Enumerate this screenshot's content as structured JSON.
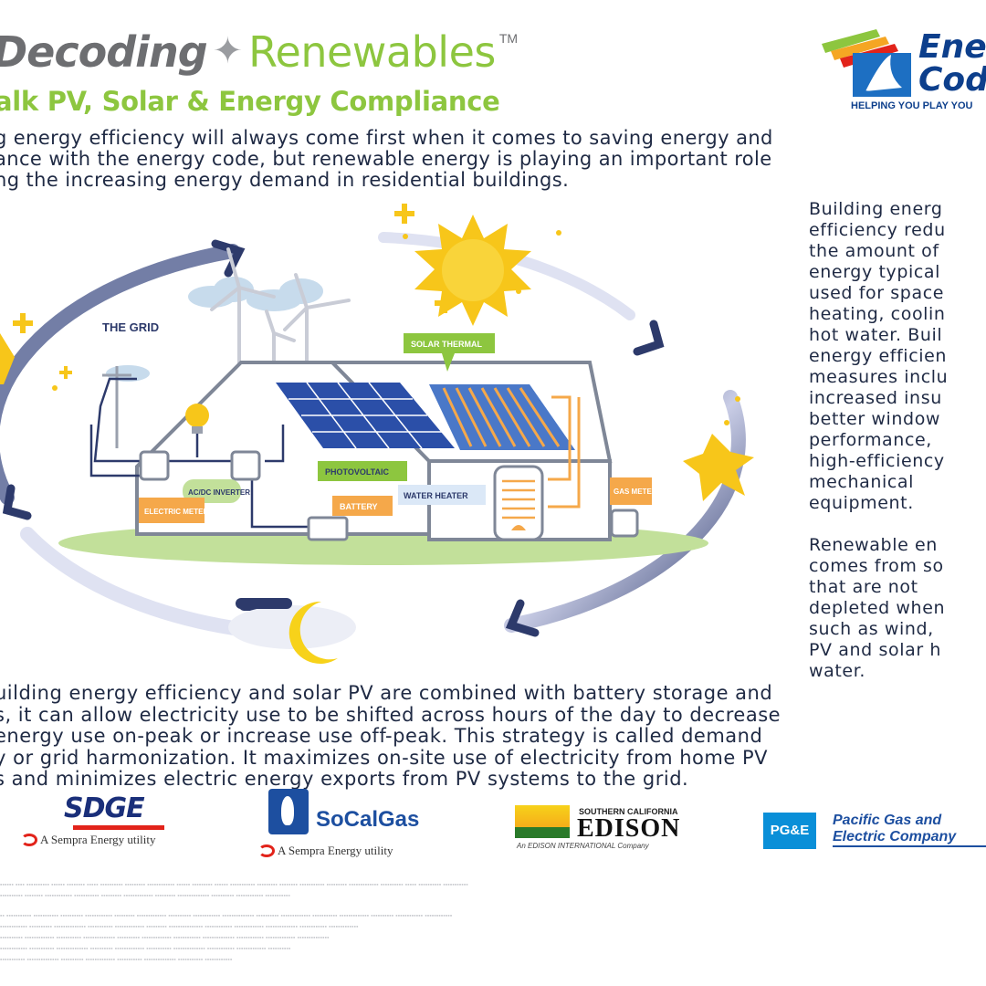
{
  "header": {
    "title_left": "Decoding",
    "title_right": "Renewables",
    "trademark": "TM",
    "subtitle": "alk PV, Solar & Energy Compliance"
  },
  "brand": {
    "name_line1": "Ener",
    "name_line2": "Code",
    "tagline": "HELPING YOU PLAY YOU"
  },
  "intro": "g energy efficiency will always come first when it comes to saving energy and\nance with the energy code, but renewable energy is playing an important role\nng the increasing energy demand in residential buildings.",
  "sidebar": {
    "para1": "Building energ\nefficiency redu\nthe amount of\nenergy typical\nused for space\nheating, coolin\nhot water. Buil\nenergy efficien\nmeasures inclu\nincreased insu\nbetter window\nperformance,\nhigh-efficiency\nmechanical\nequipment.",
    "para2": "Renewable en\ncomes from so\nthat are not\ndepleted when\nsuch as wind,\nPV and solar h\nwater."
  },
  "diagram": {
    "labels": {
      "grid": "THE GRID",
      "solar_thermal": "SOLAR THERMAL",
      "photovoltaic": "PHOTOVOLTAIC",
      "inverter": "AC/DC INVERTER",
      "electric_meter": "ELECTRIC METER",
      "battery": "BATTERY",
      "water_heater": "WATER HEATER",
      "gas_meter": "GAS METER"
    }
  },
  "body": "uilding energy efficiency and solar PV are combined with battery storage and\ns, it can allow electricity use to be shifted across hours of the day to decrease\nenergy use on-peak or increase use off-peak. This strategy is called demand\ny or grid harmonization. It maximizes on-site use of electricity from home PV\ns and minimizes electric energy exports from PV systems to the grid.",
  "sponsors": {
    "sdge": "SDGE",
    "sempra_1": "A   Sempra Energy utility",
    "socal": "SoCalGas",
    "sempra_2": "A   Sempra Energy utility",
    "edison_top": "SOUTHERN CALIFORNIA",
    "edison": "EDISON",
    "edison_sub": "An EDISON INTERNATIONAL Company",
    "pge_mark": "PG&E",
    "pge_name": "Pacific Gas and\nElectric Company"
  },
  "colors": {
    "green": "#8dc63f",
    "gray": "#6d6e71",
    "navy": "#0d3f8c",
    "sun": "#f7c61a",
    "panel": "#2b4fa8",
    "orange": "#f5a84a"
  }
}
